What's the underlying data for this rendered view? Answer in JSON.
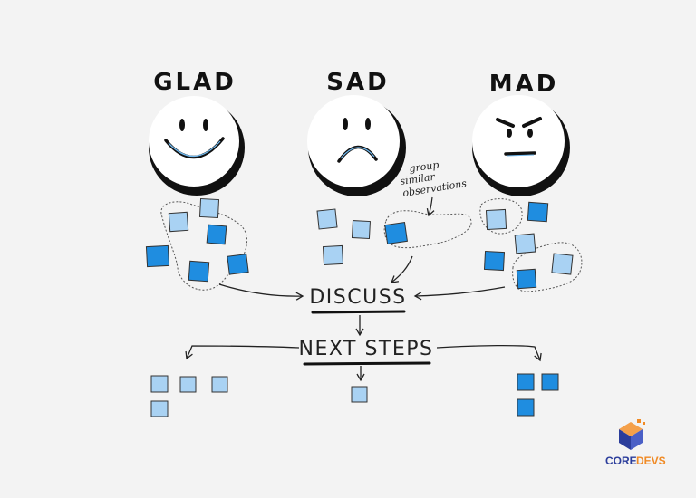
{
  "columns": {
    "glad": {
      "title": "GLAD"
    },
    "sad": {
      "title": "SAD"
    },
    "mad": {
      "title": "MAD"
    }
  },
  "annotation": {
    "line1": "group",
    "line2": "similar",
    "line3": "observations"
  },
  "steps": {
    "discuss": "DISCUSS",
    "next_steps": "NEXT STEPS"
  },
  "logo": {
    "word1": "CORE",
    "word2": "DEVS",
    "color1": "#2b3d9b",
    "color2": "#f08a24"
  },
  "colors": {
    "note_light": "#a9d2f3",
    "note_dark": "#1f8de0",
    "ink": "#111111"
  }
}
